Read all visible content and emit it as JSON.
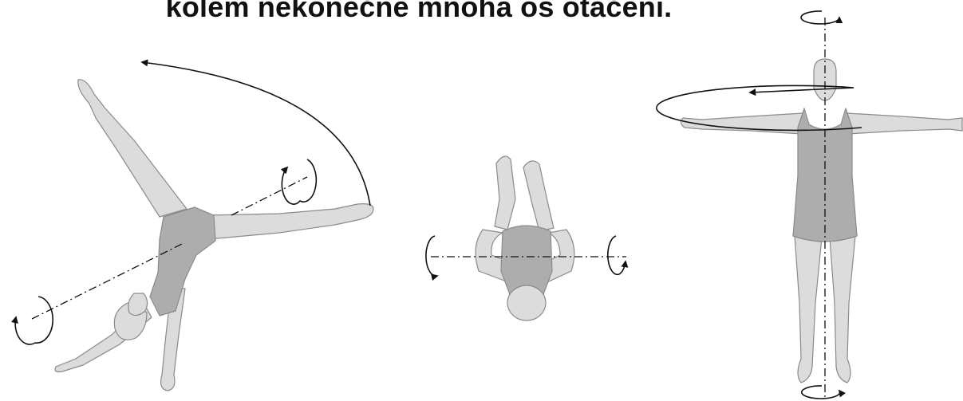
{
  "title": "kolem nekonečně mnoha os otáčení.",
  "colors": {
    "skin": "#dcdcdc",
    "suit": "#adadad",
    "outline": "#8a8a8a",
    "ink": "#111111"
  },
  "figures": [
    {
      "name": "cartwheel-figure",
      "icon": "gymnast-cartwheel-icon",
      "axis": "sagittal"
    },
    {
      "name": "tuck-somersault-figure",
      "icon": "gymnast-tuck-icon",
      "axis": "frontal"
    },
    {
      "name": "standing-twist-figure",
      "icon": "gymnast-standing-icon",
      "axis": "longitudinal"
    }
  ]
}
